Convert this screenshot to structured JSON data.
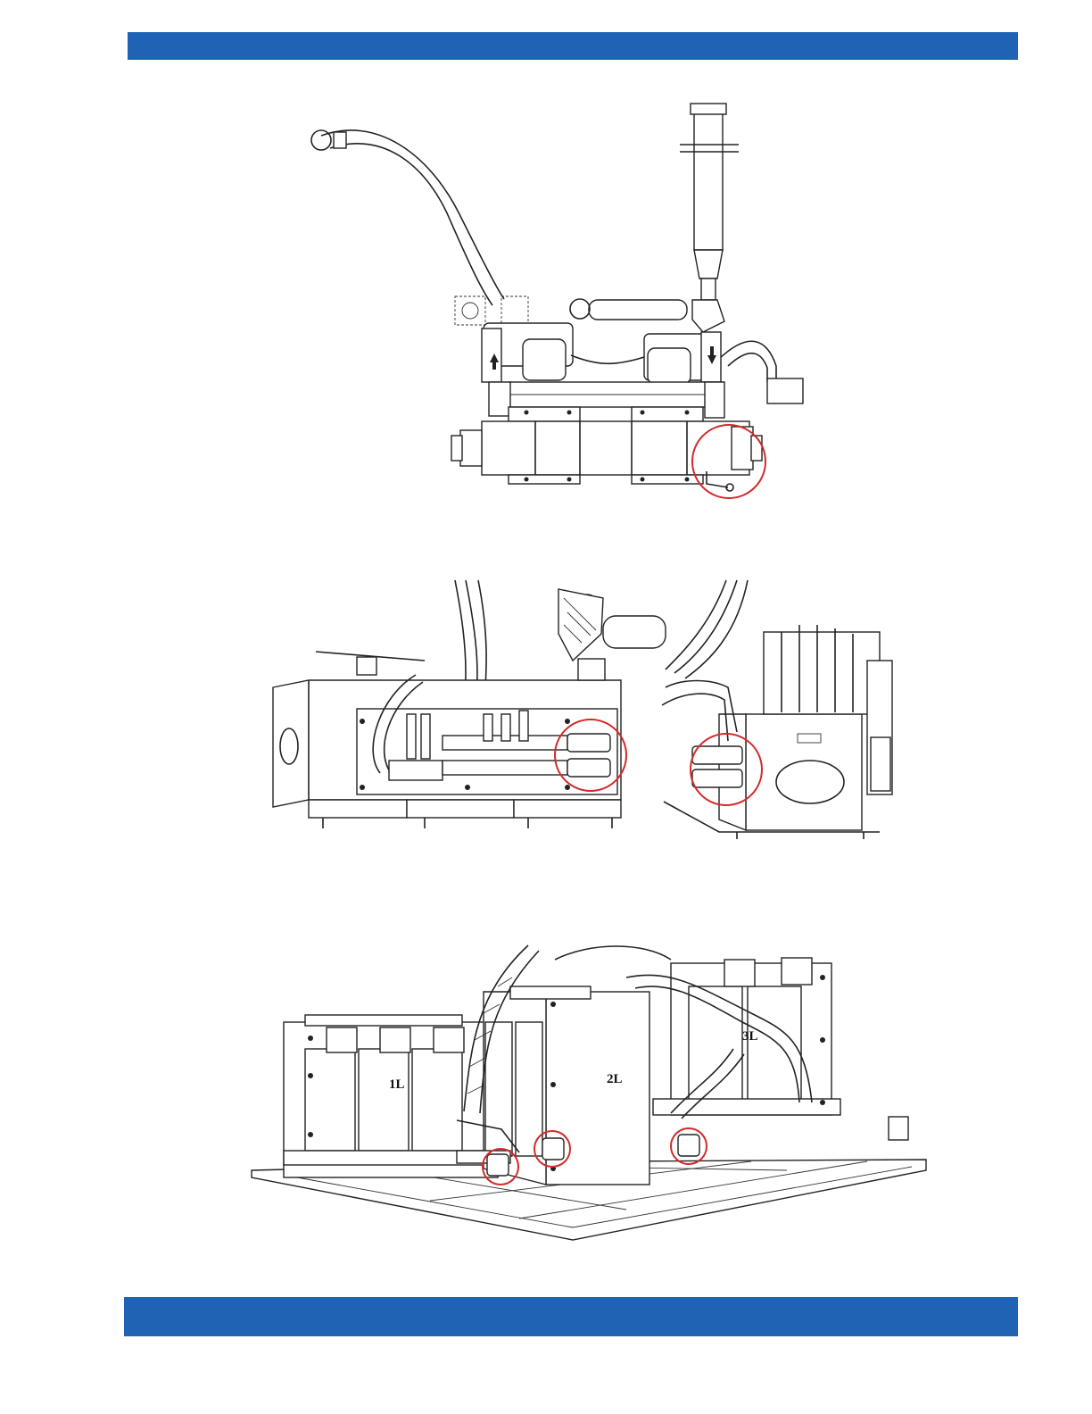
{
  "page": {
    "header_color": "#1f64b4",
    "footer_color": "#1f64b4",
    "highlight_color": "#d42a2a"
  },
  "figure3": {
    "labels": {
      "a": "1L",
      "b": "2L",
      "c": "3L"
    }
  }
}
